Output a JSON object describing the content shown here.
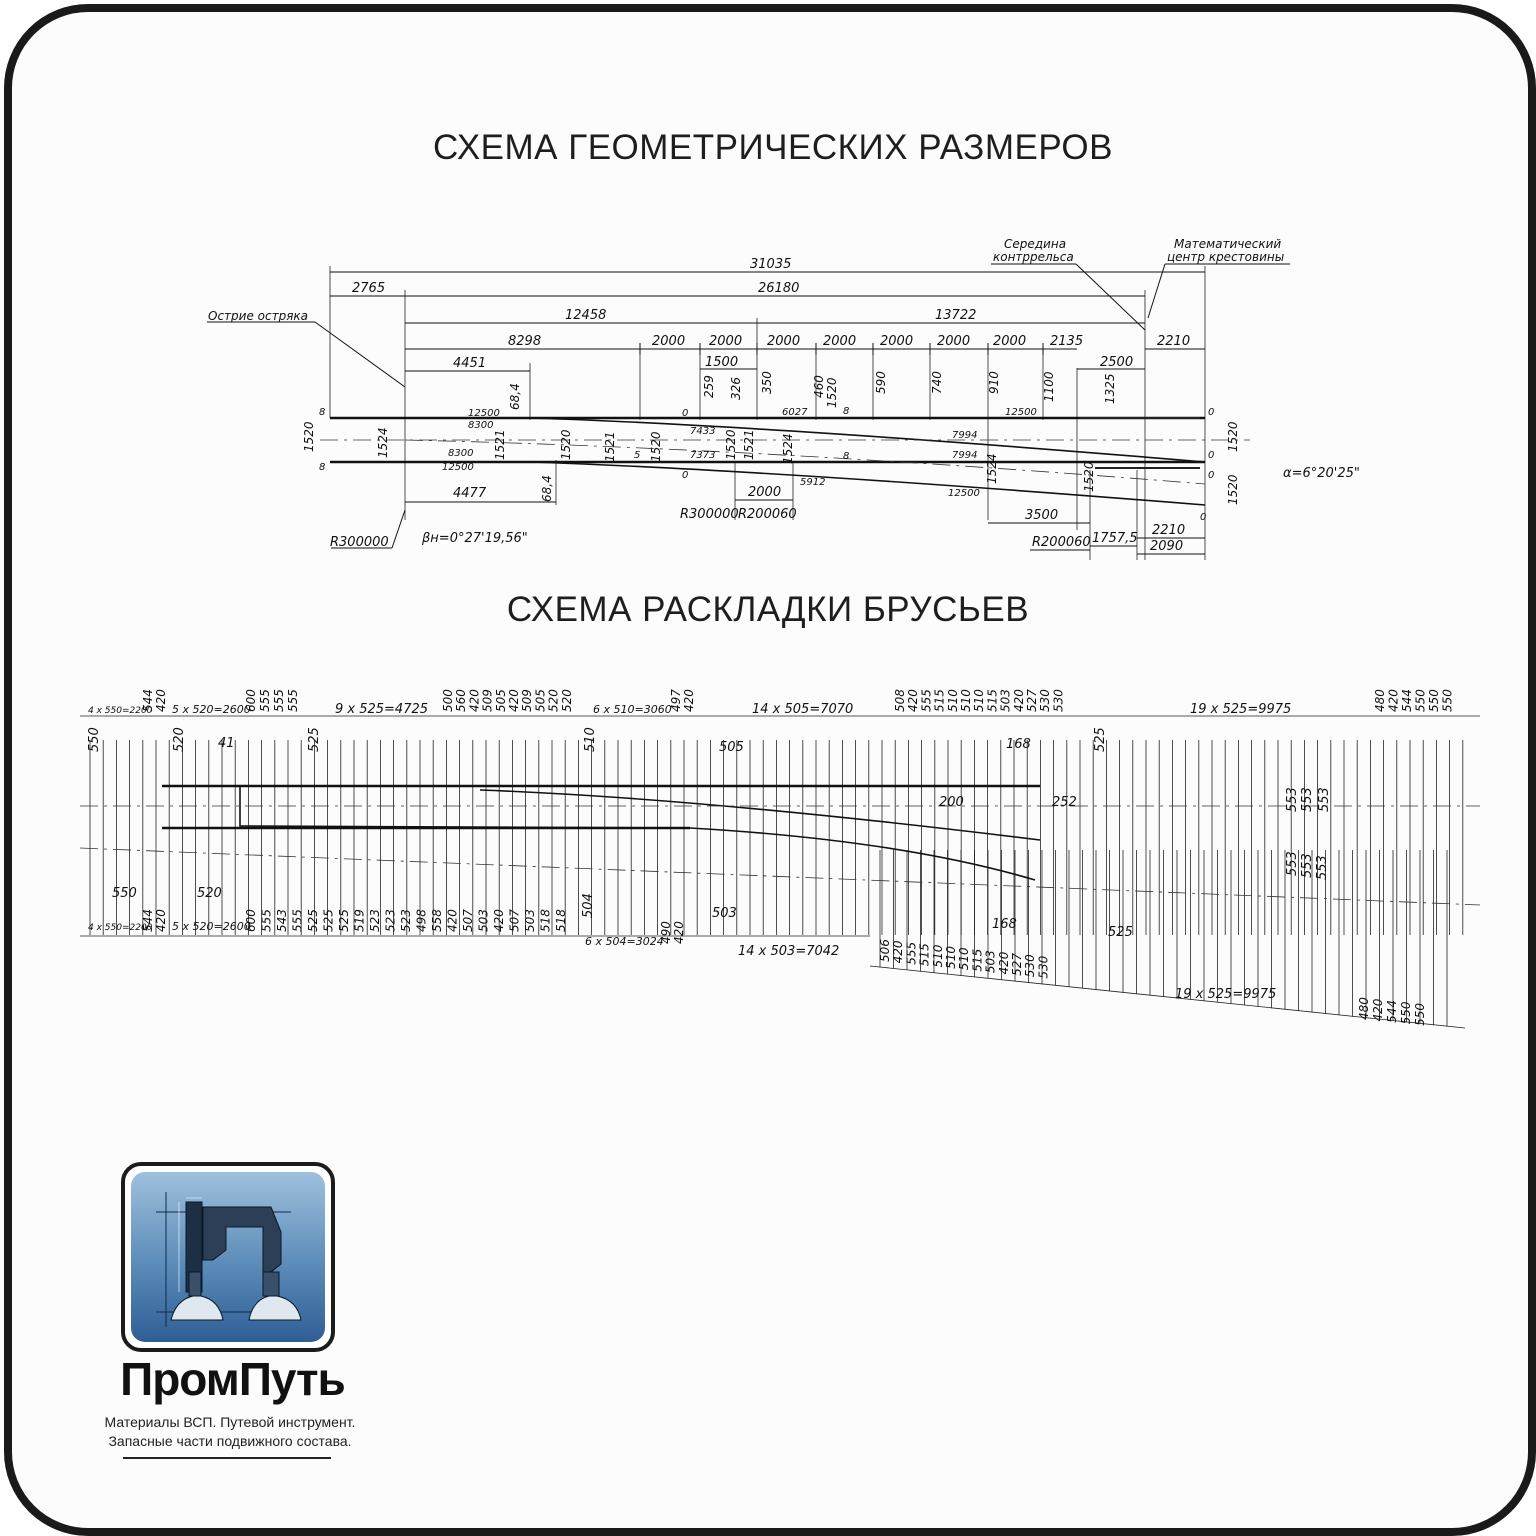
{
  "titles": {
    "geometry": "СХЕМА ГЕОМЕТРИЧЕСКИХ РАЗМЕРОВ",
    "sleepers": "СХЕМА РАСКЛАДКИ БРУСЬЕВ"
  },
  "geometry": {
    "callout_switch_point": "Острие остряка",
    "callout_guard_rail_1": "Середина",
    "callout_guard_rail_2": "контррельса",
    "callout_frog_1": "Математический",
    "callout_frog_2": "центр крестовины",
    "dims": {
      "total": "31035",
      "front": "2765",
      "main": "26180",
      "first_part": "12458",
      "second_part": "13722",
      "tail": "2210",
      "part_8298": "8298",
      "part_4451": "4451",
      "part_4477": "4477",
      "d2000": "2000",
      "d2135": "2135",
      "d1500": "1500",
      "d2500": "2500",
      "d3500": "3500",
      "d2210b": "2210",
      "d2090": "2090",
      "d1757": "1757,5",
      "ord_68": "68,4",
      "ord_259": "259",
      "ord_326": "326",
      "ord_350": "350",
      "ord_460": "460",
      "ord_1520": "1520",
      "ord_590": "590",
      "ord_740": "740",
      "ord_910": "910",
      "ord_1100": "1100",
      "ord_1325": "1325",
      "g1520": "1520",
      "g1524": "1524",
      "g1521": "1521",
      "r12500": "12500",
      "r8300": "8300",
      "r7433": "7433",
      "r7373": "7373",
      "r6027": "6027",
      "r5912": "5912",
      "r7994": "7994",
      "n8": "8",
      "n0": "0",
      "n5": "5",
      "R300000": "R300000",
      "R200060": "R200060",
      "beta": "βн=0°27'19,56\"",
      "alpha": "α=6°20'25\""
    }
  },
  "sleepers": {
    "top_groups": {
      "g1": "4 x 550=2200",
      "g2": "5 x 520=2600",
      "g3": "9 x 525=4725",
      "g4": "6 x 510=3060",
      "g5": "14 x 505=7070",
      "g6": "19 x 525=9975"
    },
    "bottom_groups": {
      "g1": "4 x 550=2200",
      "g2": "5 x 520=2600",
      "g3": "6 x 504=3024",
      "g4": "14 x 503=7042",
      "g5": "19 x 525=9975"
    },
    "top_values_a": [
      "544",
      "420"
    ],
    "top_values_b": [
      "600",
      "555",
      "555",
      "555"
    ],
    "top_values_c": [
      "500",
      "560",
      "420",
      "509",
      "505",
      "420",
      "509",
      "505",
      "520",
      "520"
    ],
    "top_values_d": [
      "497",
      "420"
    ],
    "top_values_e": [
      "508",
      "420",
      "555",
      "515",
      "510",
      "510",
      "510",
      "515",
      "503",
      "420",
      "527",
      "530",
      "530"
    ],
    "top_values_f": [
      "480",
      "420",
      "544",
      "550",
      "550",
      "550"
    ],
    "bottom_values_a": [
      "544",
      "420"
    ],
    "bottom_values_b": [
      "600",
      "555",
      "543",
      "555",
      "525",
      "525",
      "525",
      "519",
      "523",
      "523",
      "523",
      "498",
      "558",
      "420",
      "507",
      "503",
      "420",
      "507",
      "503",
      "518",
      "518"
    ],
    "bottom_values_c": [
      "490",
      "420"
    ],
    "bottom_values_d": [
      "506",
      "420",
      "555",
      "515",
      "510",
      "510",
      "510",
      "515",
      "503",
      "420",
      "527",
      "530",
      "530"
    ],
    "bottom_values_e": [
      "480",
      "420",
      "544",
      "550",
      "550"
    ],
    "misc": {
      "m550": "550",
      "m520": "520",
      "m41": "41",
      "m525": "525",
      "m510": "510",
      "m505": "505",
      "m168": "168",
      "m200": "200",
      "m252": "252",
      "m553": "553",
      "m504": "504",
      "m503": "503"
    }
  },
  "brand": {
    "name": "ПромПуть",
    "tagline_1": "Материалы ВСП. Путевой инструмент.",
    "tagline_2": "Запасные части подвижного состава."
  }
}
